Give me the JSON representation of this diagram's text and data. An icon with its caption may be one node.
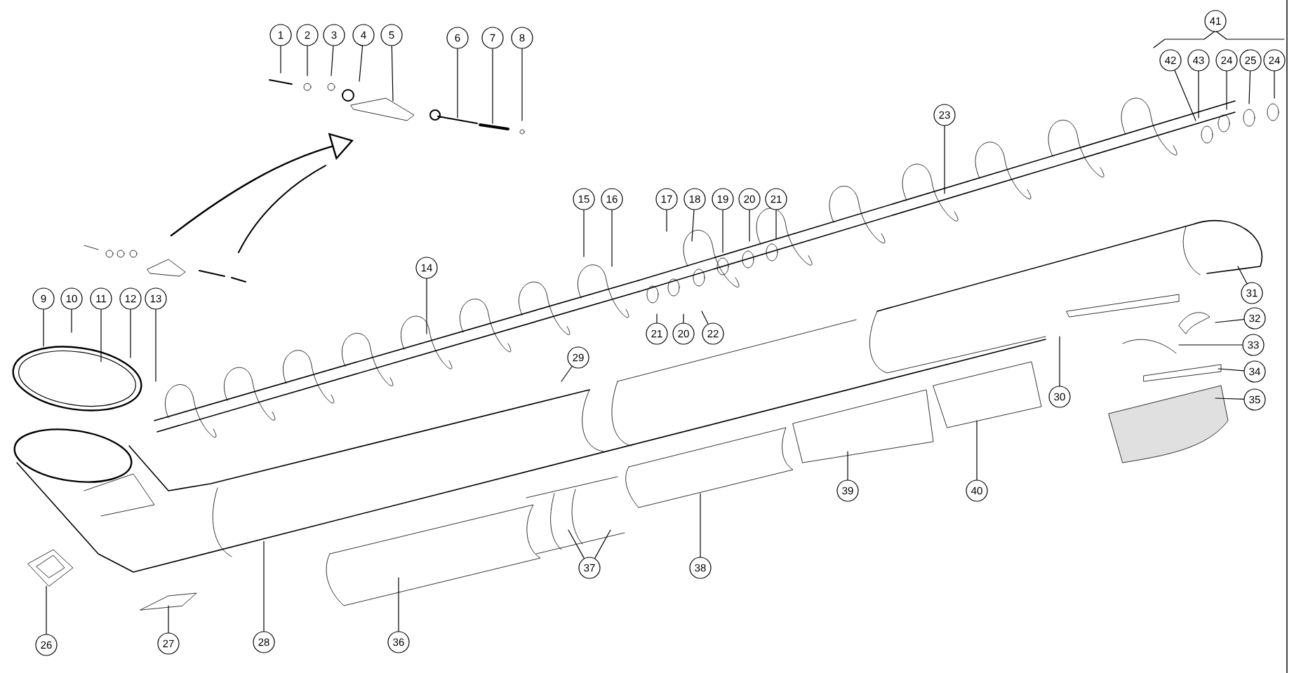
{
  "diagram": {
    "nodes": [
      {
        "text": [
          "41"
        ]
      },
      {
        "text": [
          "1"
        ]
      },
      {
        "text": [
          "2"
        ]
      },
      {
        "text": [
          "3"
        ]
      },
      {
        "text": [
          "4"
        ]
      },
      {
        "text": [
          "5"
        ]
      },
      {
        "text": [
          "6"
        ]
      },
      {
        "text": [
          "7"
        ]
      },
      {
        "text": [
          "8"
        ]
      },
      {
        "text": [
          "42"
        ]
      },
      {
        "text": [
          "43"
        ]
      },
      {
        "text": [
          "24"
        ]
      },
      {
        "text": [
          "25"
        ]
      },
      {
        "text": [
          "24"
        ]
      },
      {
        "text": [
          "23"
        ]
      },
      {
        "text": [
          "15"
        ]
      },
      {
        "text": [
          "16"
        ]
      },
      {
        "text": [
          "17"
        ]
      },
      {
        "text": [
          "18"
        ]
      },
      {
        "text": [
          "19"
        ]
      },
      {
        "text": [
          "20"
        ]
      },
      {
        "text": [
          "21"
        ]
      },
      {
        "text": [
          "14"
        ]
      },
      {
        "text": [
          "31"
        ]
      },
      {
        "text": [
          "9"
        ]
      },
      {
        "text": [
          "10"
        ]
      },
      {
        "text": [
          "11"
        ]
      },
      {
        "text": [
          "12"
        ]
      },
      {
        "text": [
          "13"
        ]
      },
      {
        "text": [
          "32"
        ]
      },
      {
        "text": [
          "21"
        ]
      },
      {
        "text": [
          "20"
        ]
      },
      {
        "text": [
          "22"
        ]
      },
      {
        "text": [
          "33"
        ]
      },
      {
        "text": [
          "29"
        ]
      },
      {
        "text": [
          "34"
        ]
      },
      {
        "text": [
          "35"
        ]
      },
      {
        "text": [
          "30"
        ]
      },
      {
        "text": [
          "39"
        ]
      },
      {
        "text": [
          "40"
        ]
      },
      {
        "text": [
          "37"
        ]
      },
      {
        "text": [
          "38"
        ]
      },
      {
        "text": [
          "26"
        ]
      },
      {
        "text": [
          "27"
        ]
      },
      {
        "text": [
          "28"
        ]
      },
      {
        "text": [
          "36"
        ]
      }
    ],
    "edges": [
      {
        "from": 1,
        "to": null,
        "arrow": "none"
      },
      {
        "from": 2,
        "to": null,
        "arrow": "none"
      },
      {
        "from": 3,
        "to": null,
        "arrow": "none"
      },
      {
        "from": 4,
        "to": null,
        "arrow": "none"
      },
      {
        "from": 5,
        "to": null,
        "arrow": "none"
      },
      {
        "from": 6,
        "to": null,
        "arrow": "none"
      },
      {
        "from": 7,
        "to": null,
        "arrow": "none"
      },
      {
        "from": 8,
        "to": null,
        "arrow": "none"
      },
      {
        "from": 9,
        "to": null,
        "arrow": "none"
      },
      {
        "from": 10,
        "to": null,
        "arrow": "none"
      },
      {
        "from": 11,
        "to": null,
        "arrow": "none"
      },
      {
        "from": 12,
        "to": null,
        "arrow": "none"
      },
      {
        "from": 13,
        "to": null,
        "arrow": "none"
      },
      {
        "from": 14,
        "to": null,
        "arrow": "none"
      },
      {
        "from": 15,
        "to": null,
        "arrow": "none"
      },
      {
        "from": 16,
        "to": null,
        "arrow": "none"
      },
      {
        "from": 17,
        "to": null,
        "arrow": "none"
      },
      {
        "from": 18,
        "to": null,
        "arrow": "none"
      },
      {
        "from": 19,
        "to": null,
        "arrow": "none"
      },
      {
        "from": 20,
        "to": null,
        "arrow": "none"
      },
      {
        "from": 21,
        "to": null,
        "arrow": "none"
      },
      {
        "from": 22,
        "to": null,
        "arrow": "none"
      },
      {
        "from": 23,
        "to": null,
        "arrow": "none"
      },
      {
        "from": 24,
        "to": null,
        "arrow": "none"
      },
      {
        "from": 25,
        "to": null,
        "arrow": "none"
      },
      {
        "from": 26,
        "to": null,
        "arrow": "none"
      },
      {
        "from": 27,
        "to": null,
        "arrow": "none"
      },
      {
        "from": 28,
        "to": null,
        "arrow": "none"
      },
      {
        "from": 29,
        "to": null,
        "arrow": "none"
      },
      {
        "from": 30,
        "to": null,
        "arrow": "none"
      },
      {
        "from": 31,
        "to": null,
        "arrow": "none"
      },
      {
        "from": 32,
        "to": null,
        "arrow": "none"
      },
      {
        "from": 33,
        "to": null,
        "arrow": "none"
      },
      {
        "from": 34,
        "to": null,
        "arrow": "none"
      },
      {
        "from": 35,
        "to": null,
        "arrow": "none"
      },
      {
        "from": 36,
        "to": null,
        "arrow": "none"
      },
      {
        "from": 37,
        "to": null,
        "arrow": "none"
      },
      {
        "from": 38,
        "to": null,
        "arrow": "none"
      },
      {
        "from": 39,
        "to": null,
        "arrow": "none"
      },
      {
        "from": 40,
        "to": null,
        "arrow": "none"
      },
      {
        "from": 40,
        "to": null,
        "arrow": "none"
      },
      {
        "from": 41,
        "to": null,
        "arrow": "none"
      },
      {
        "from": 42,
        "to": null,
        "arrow": "none"
      },
      {
        "from": 43,
        "to": null,
        "arrow": "none"
      },
      {
        "from": 44,
        "to": null,
        "arrow": "none"
      },
      {
        "from": 45,
        "to": null,
        "arrow": "none"
      }
    ]
  }
}
